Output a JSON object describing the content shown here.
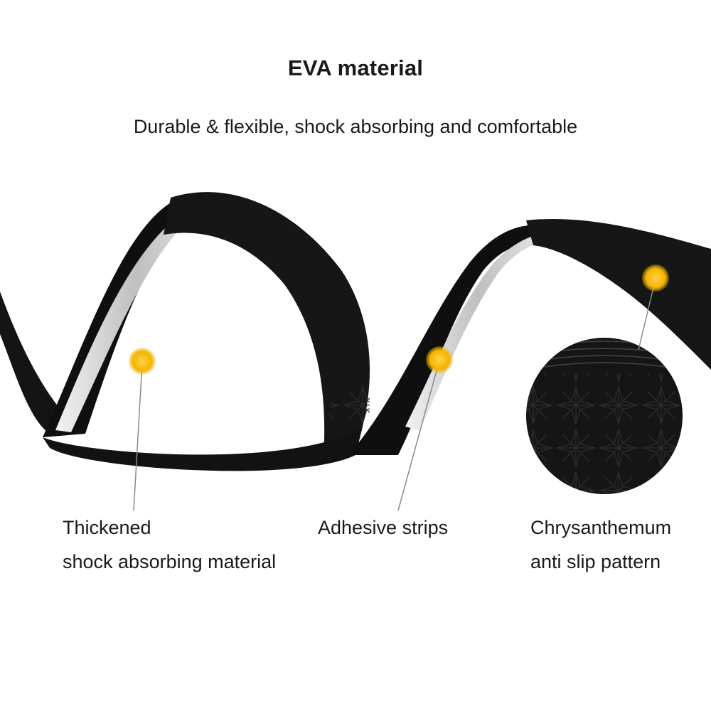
{
  "header": {
    "title": "EVA material",
    "subtitle": "Durable & flexible, shock absorbing and comfortable"
  },
  "callouts": [
    {
      "line1": "Thickened",
      "line2": "shock absorbing material"
    },
    {
      "line1": "Adhesive strips",
      "line2": ""
    },
    {
      "line1": "Chrysanthemum",
      "line2": "anti slip pattern"
    }
  ],
  "colors": {
    "tape": "#111111",
    "adhesive_strip": "#d9d9d9",
    "marker": "#f4b400",
    "leader_line": "#8a8a8a"
  }
}
